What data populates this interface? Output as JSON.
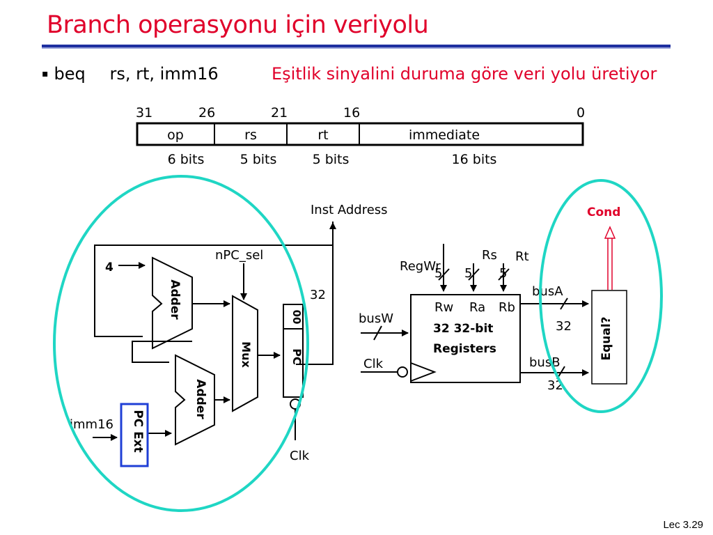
{
  "title": "Branch operasyonu için veriyolu",
  "bullet": {
    "marker": "▪",
    "instruction": "beq",
    "operands": "rs, rt, imm16",
    "description": "Eşitlik sinyalini duruma göre veri yolu üretiyor"
  },
  "format": {
    "bit_positions": [
      "31",
      "26",
      "21",
      "16",
      "0"
    ],
    "fields": [
      "op",
      "rs",
      "rt",
      "immediate"
    ],
    "widths": [
      "6 bits",
      "5 bits",
      "5 bits",
      "16 bits"
    ]
  },
  "datapath": {
    "inst_address": "Inst Address",
    "npc_sel": "nPC_sel",
    "four": "4",
    "adder_top": "Adder",
    "adder_bottom": "Adder",
    "mux": "Mux",
    "pc": "PC",
    "pc_reg_marker": "00",
    "bus_width": "32",
    "clk_pc": "Clk",
    "imm16": "imm16",
    "pc_ext": "PC Ext"
  },
  "regfile": {
    "regwr": "RegWr",
    "rs": "Rs",
    "rt": "Rt",
    "w5a": "5",
    "w5b": "5",
    "w5c": "5",
    "rw": "Rw",
    "ra": "Ra",
    "rb": "Rb",
    "line1": "32  32-bit",
    "line2": "Registers",
    "busw": "busW",
    "clk": "Clk",
    "busa": "busA",
    "busb": "busB",
    "busa_width": "32",
    "busb_width": "32"
  },
  "equal": {
    "label": "Equal?",
    "cond": "Cond"
  },
  "footer": "Lec 3.29",
  "colors": {
    "title": "#e0002a",
    "rule": "#1e2fa0",
    "ellipse": "#1fd6c4",
    "pc_ext": "#1f3fd6",
    "cond": "#e0002a"
  }
}
